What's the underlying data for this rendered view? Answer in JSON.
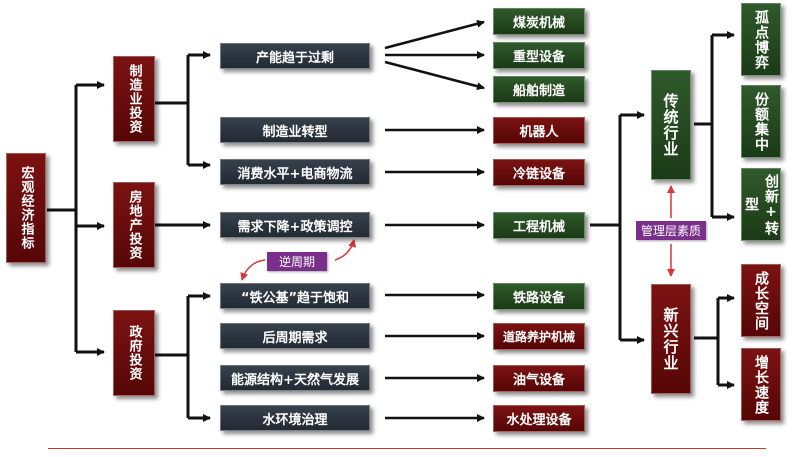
{
  "root": {
    "label": "宏观经济指标"
  },
  "sectors": {
    "manufacturing": "制造业投资",
    "real_estate": "房地产投资",
    "government": "政府投资"
  },
  "drivers": {
    "overcapacity": "产能趋于过剩",
    "transformation": "制造业转型",
    "consumption": "消费水平+电商物流",
    "demand_policy": "需求下降+政策调控",
    "rail": "“铁公基”趋于饱和",
    "late_cycle": "后周期需求",
    "energy": "能源结构+天然气发展",
    "water": "水环境治理"
  },
  "countercyclical": {
    "label": "逆周期"
  },
  "equipment": {
    "coal": "煤炭机械",
    "heavy": "重型设备",
    "ship": "船舶制造",
    "robot": "机器人",
    "cold_chain": "冷链设备",
    "engineering": "工程机械",
    "railway": "铁路设备",
    "road": "道路养护机械",
    "oil_gas": "油气设备",
    "water_treatment": "水处理设备"
  },
  "industries": {
    "traditional": "传统行业",
    "emerging": "新兴行业",
    "management": "管理层素质"
  },
  "outcomes": {
    "gamble": "孤点博弈",
    "share": "份额集中",
    "innovation": "创新+转型",
    "growth_space": "成长空间",
    "growth_speed": "增长速度"
  },
  "colors": {
    "maroon": "#6b0c0c",
    "green": "#244a20",
    "dark": "#2c353f",
    "purple": "#7a2f8a",
    "arrow": "#111111",
    "red_arrow": "#d9363e",
    "footer_line": "#c0392b"
  }
}
